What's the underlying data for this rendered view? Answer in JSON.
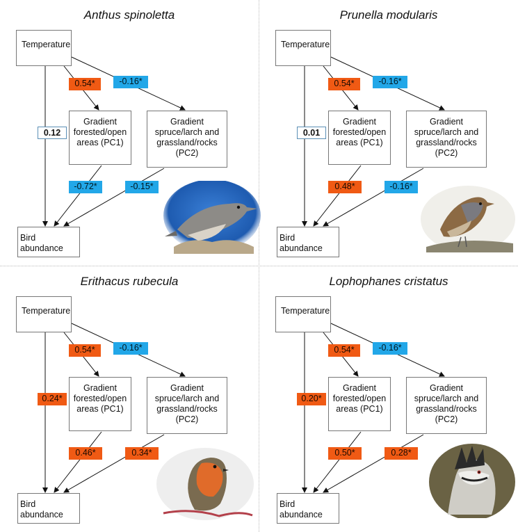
{
  "labels": {
    "temperature": "Temperature",
    "pc1_line1": "Gradient",
    "pc1_line2": "forested/open",
    "pc1_line3": "areas (PC1)",
    "pc2_line1": "Gradient",
    "pc2_line2": "spruce/larch and",
    "pc2_line3": "grassland/rocks",
    "pc2_line4": "(PC2)",
    "bird_line1": "Bird",
    "bird_line2": "abundance"
  },
  "panels": [
    {
      "species": "Anthus spinoletta",
      "temp_pc1": "0.54*",
      "temp_pc1_color": "#f05a14",
      "temp_pc2": "-0.16*",
      "temp_pc2_color": "#22a7e8",
      "temp_bird": "0.12",
      "temp_bird_style": "white",
      "pc1_bird": "-0.72*",
      "pc1_bird_color": "#22a7e8",
      "pc2_bird": "-0.15*",
      "pc2_bird_color": "#22a7e8",
      "photo": "water-pipit-photo"
    },
    {
      "species": "Prunella modularis",
      "temp_pc1": "0.54*",
      "temp_pc1_color": "#f05a14",
      "temp_pc2": "-0.16*",
      "temp_pc2_color": "#22a7e8",
      "temp_bird": "0.01",
      "temp_bird_style": "white",
      "pc1_bird": "0.48*",
      "pc1_bird_color": "#f05a14",
      "pc2_bird": "-0.16*",
      "pc2_bird_color": "#22a7e8",
      "photo": "dunnock-photo"
    },
    {
      "species": "Erithacus rubecula",
      "temp_pc1": "0.54*",
      "temp_pc1_color": "#f05a14",
      "temp_pc2": "-0.16*",
      "temp_pc2_color": "#22a7e8",
      "temp_bird": "0.24*",
      "temp_bird_style": "orange",
      "pc1_bird": "0.46*",
      "pc1_bird_color": "#f05a14",
      "pc2_bird": "0.34*",
      "pc2_bird_color": "#f05a14",
      "photo": "robin-photo"
    },
    {
      "species": "Lophophanes cristatus",
      "temp_pc1": "0.54*",
      "temp_pc1_color": "#f05a14",
      "temp_pc2": "-0.16*",
      "temp_pc2_color": "#22a7e8",
      "temp_bird": "0.20*",
      "temp_bird_style": "orange",
      "pc1_bird": "0.50*",
      "pc1_bird_color": "#f05a14",
      "pc2_bird": "0.28*",
      "pc2_bird_color": "#f05a14",
      "photo": "crested-tit-photo"
    }
  ]
}
